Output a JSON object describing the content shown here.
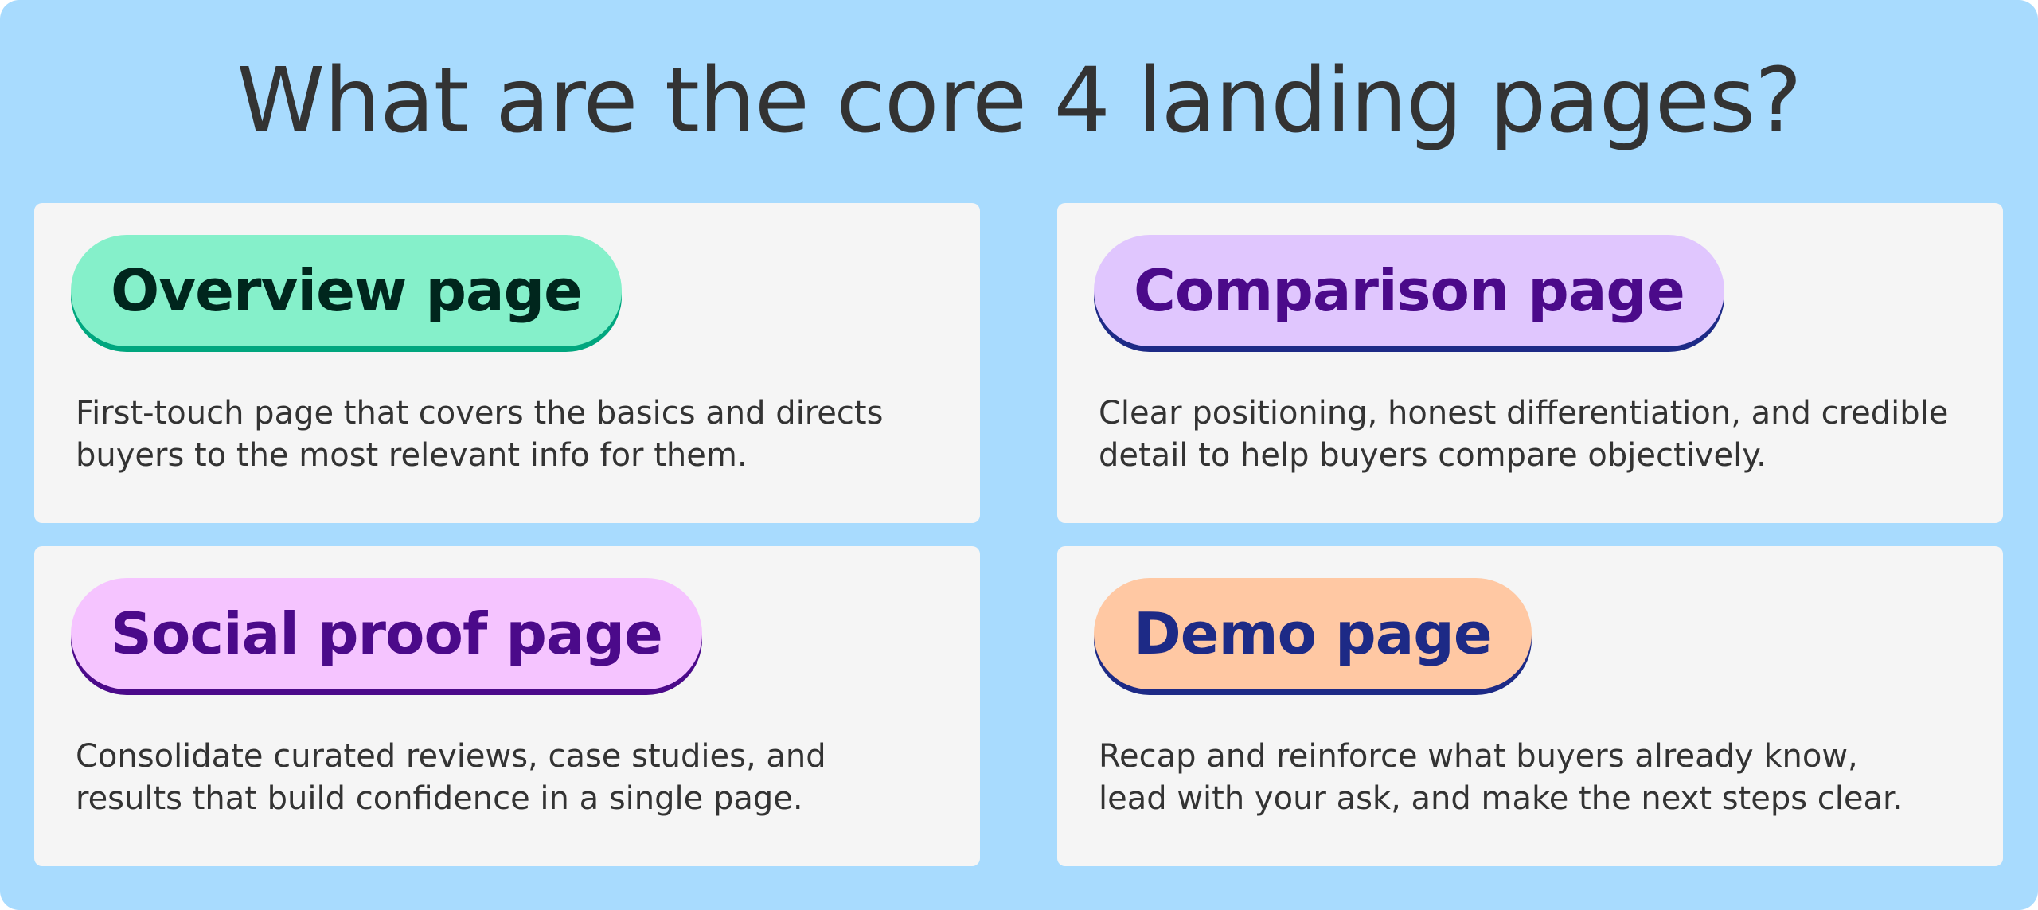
{
  "title": "What are the core 4 landing pages?",
  "cards": [
    {
      "label": "Overview page",
      "description": "First-touch page that covers the basics and directs buyers to the most relevant info for them.",
      "pill_color": "#85f0ca",
      "shadow_color": "#00a67e",
      "text_color": "#00261d"
    },
    {
      "label": "Comparison page",
      "description": "Clear positioning, honest differentiation, and credible detail to help buyers compare objectively.",
      "pill_color": "#e0c6fe",
      "shadow_color": "#1d2a86",
      "text_color": "#4b0a8a"
    },
    {
      "label": "Social proof page",
      "description": "Consolidate curated reviews, case studies, and results that build confidence in a single page.",
      "pill_color": "#f5c4ff",
      "shadow_color": "#4b0a8a",
      "text_color": "#4b0a8a"
    },
    {
      "label": "Demo page",
      "description": "Recap and reinforce what buyers already know, lead with your ask, and make the next steps clear.",
      "pill_color": "#ffc8a3",
      "shadow_color": "#1d2a86",
      "text_color": "#1d2a86"
    }
  ]
}
